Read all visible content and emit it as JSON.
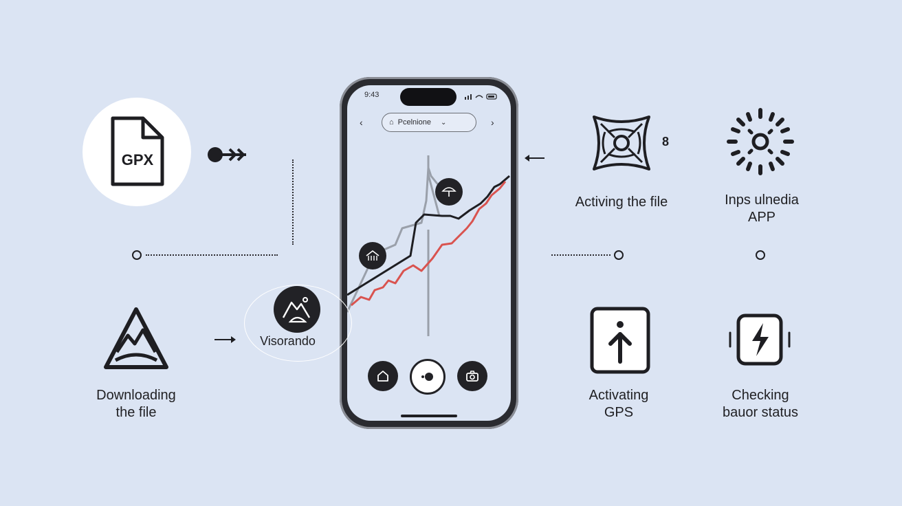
{
  "left": {
    "gpx_badge": "GPX",
    "download_label": [
      "Downloading",
      "the file"
    ]
  },
  "phone": {
    "status_time": "9:43",
    "search_text": "Pcelnione",
    "nav_prev": "‹",
    "nav_next": "›",
    "bottom_buttons": [
      "home-icon",
      "record-icon",
      "camera-icon"
    ]
  },
  "visorando": {
    "label": "Visorando"
  },
  "right": {
    "activate_file_label": "Activing the file",
    "activate_file_badge": "8",
    "open_app_label": [
      "Inps ulnedia",
      "APP"
    ],
    "gps_label": [
      "Activating",
      "GPS"
    ],
    "battery_label": [
      "Checking",
      "bauor status"
    ]
  },
  "colors": {
    "background": "#dbe4f3",
    "dark": "#222226",
    "route_red": "#d9534f",
    "route_gray": "#9aa0aa"
  }
}
